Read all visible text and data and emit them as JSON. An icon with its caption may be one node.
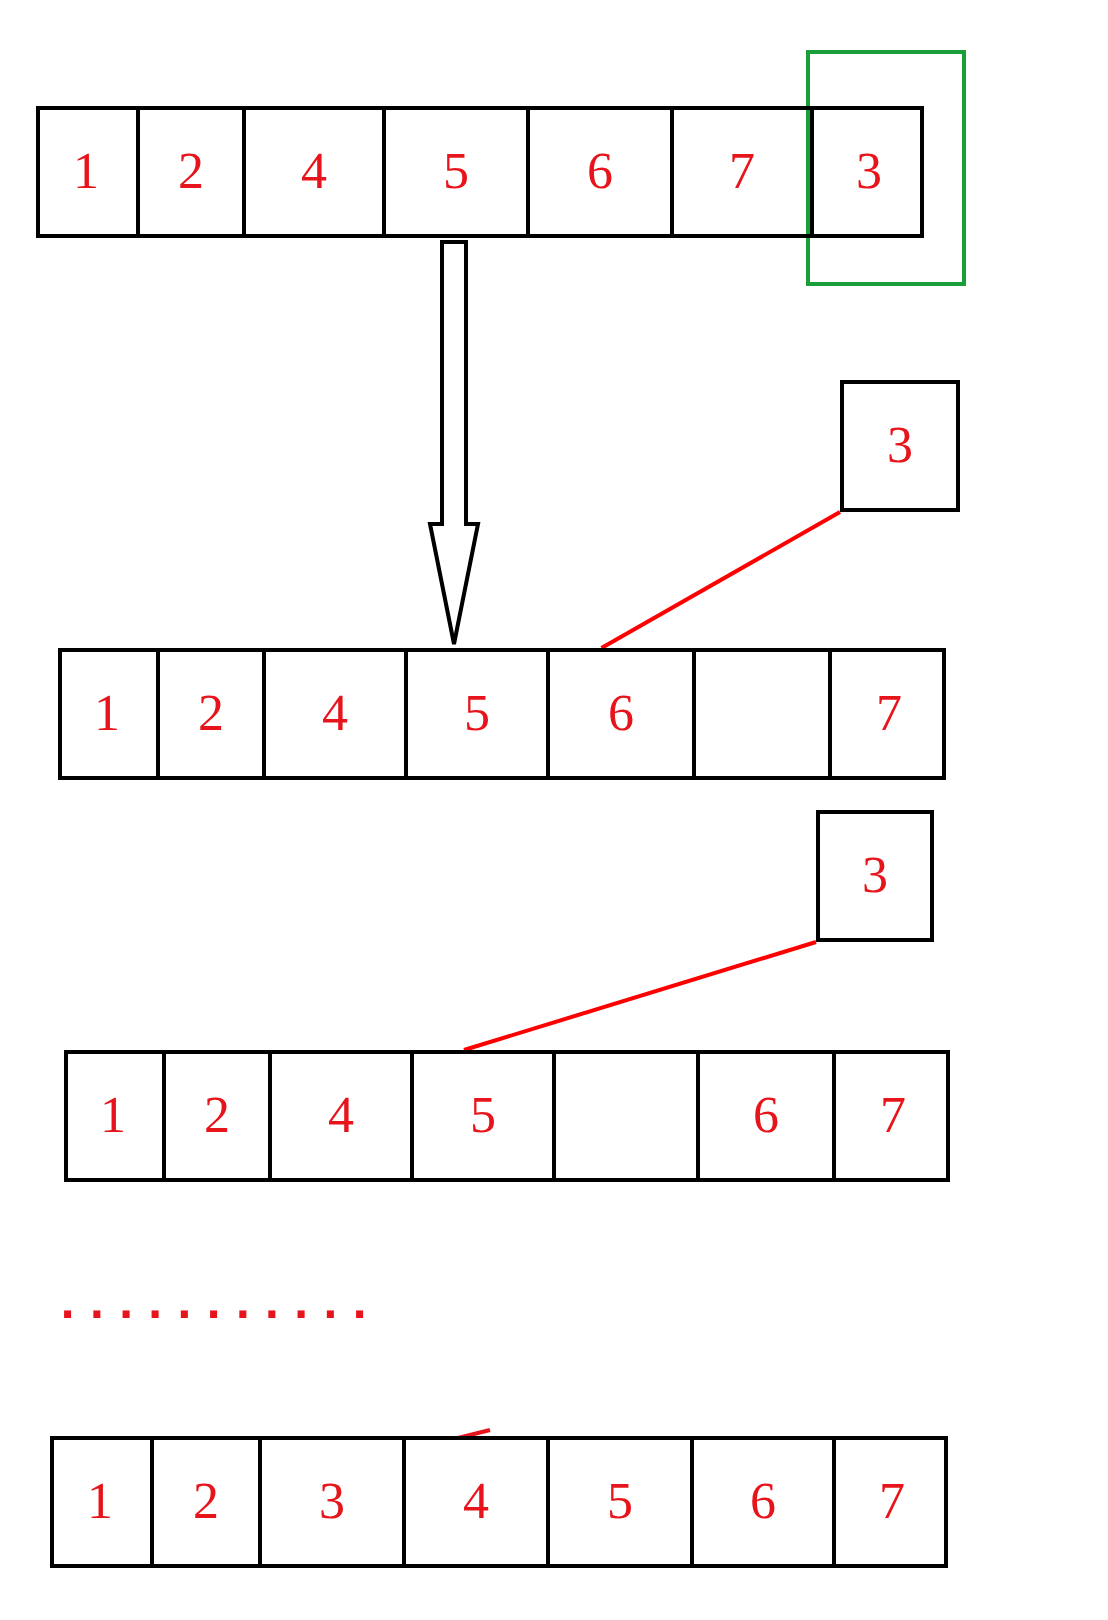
{
  "diagram": {
    "nodes": [
      {
        "text": [],
        "shape": "box"
      },
      {
        "text": [
          "1"
        ],
        "in": 0
      },
      {
        "text": [
          "2"
        ],
        "in": 0
      },
      {
        "text": [
          "4"
        ],
        "in": 0
      },
      {
        "text": [
          "5"
        ],
        "in": 0
      },
      {
        "text": [
          "6"
        ],
        "in": 0
      },
      {
        "text": [
          "7"
        ],
        "in": 0
      },
      {
        "text": [
          "3"
        ],
        "in": 0
      },
      {
        "text": [
          "3"
        ]
      },
      {
        "text": [],
        "shape": "box"
      },
      {
        "text": [
          "1"
        ],
        "in": 9
      },
      {
        "text": [
          "2"
        ],
        "in": 9
      },
      {
        "text": [
          "4"
        ],
        "in": 9
      },
      {
        "text": [
          "5"
        ],
        "in": 9
      },
      {
        "text": [
          "6"
        ],
        "in": 9
      },
      {
        "text": [],
        "shape": "box",
        "in": 9
      },
      {
        "text": [
          "7"
        ],
        "in": 9
      },
      {
        "text": [
          "3"
        ]
      },
      {
        "text": [],
        "shape": "box"
      },
      {
        "text": [
          "1"
        ],
        "in": 18
      },
      {
        "text": [
          "2"
        ],
        "in": 18
      },
      {
        "text": [
          "4"
        ],
        "in": 18
      },
      {
        "text": [
          "5"
        ],
        "in": 18
      },
      {
        "text": [],
        "shape": "box",
        "in": 18
      },
      {
        "text": [
          "6"
        ],
        "in": 18
      },
      {
        "text": [
          "7"
        ],
        "in": 18
      },
      {
        "text": [],
        "shape": "box"
      },
      {
        "text": [
          "1"
        ],
        "in": 26
      },
      {
        "text": [
          "2"
        ],
        "in": 26
      },
      {
        "text": [
          "3"
        ],
        "in": 26
      },
      {
        "text": [
          "4"
        ],
        "in": 26
      },
      {
        "text": [
          "5"
        ],
        "in": 26
      },
      {
        "text": [
          "6"
        ],
        "in": 26
      },
      {
        "text": [
          "7"
        ],
        "in": 26
      }
    ],
    "edges": [
      {
        "from": 0,
        "to": 9,
        "arrow": "to"
      },
      {
        "from": 8,
        "to": 14,
        "arrow": "none",
        "color": "#ff0000"
      },
      {
        "from": 17,
        "to": 22,
        "arrow": "none",
        "color": "#ff0000"
      }
    ],
    "labels": [
      "..........."
    ]
  }
}
